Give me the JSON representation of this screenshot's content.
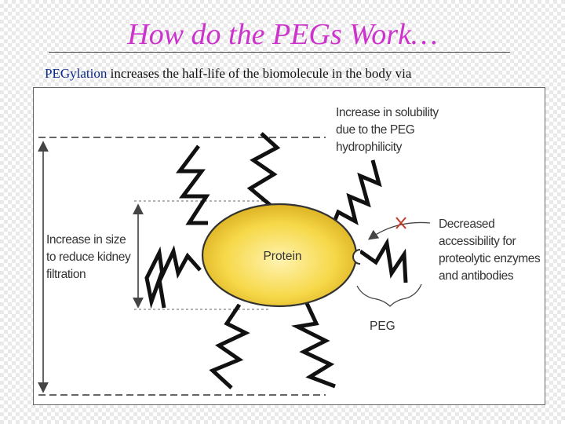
{
  "slide": {
    "title": "How do the PEGs Work…",
    "intro_keyword": "PEGylation",
    "intro_rest": " increases the half-life of the biomolecule in the body via"
  },
  "diagram": {
    "protein_label": "Protein",
    "peg_label": "PEG",
    "solubility_lines": [
      "Increase in solubility",
      "due to the PEG",
      "hydrophilicity"
    ],
    "size_lines": [
      "Increase in size",
      "to reduce kidney",
      "filtration"
    ],
    "access_lines": [
      "Decreased",
      "accessibility for",
      "proteolytic enzymes",
      "and antibodies"
    ],
    "protein_fill": "#f5d43a",
    "arrow_color": "#c0392b"
  }
}
